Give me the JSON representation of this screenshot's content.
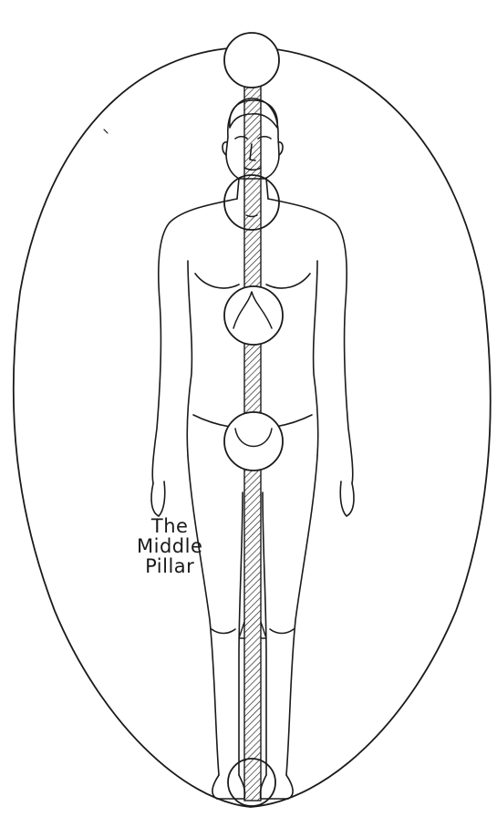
{
  "caption": {
    "line1": "The",
    "line2": "Middle",
    "line3": "Pillar"
  },
  "colors": {
    "ink": "#1a1a1a",
    "paper": "#ffffff"
  }
}
